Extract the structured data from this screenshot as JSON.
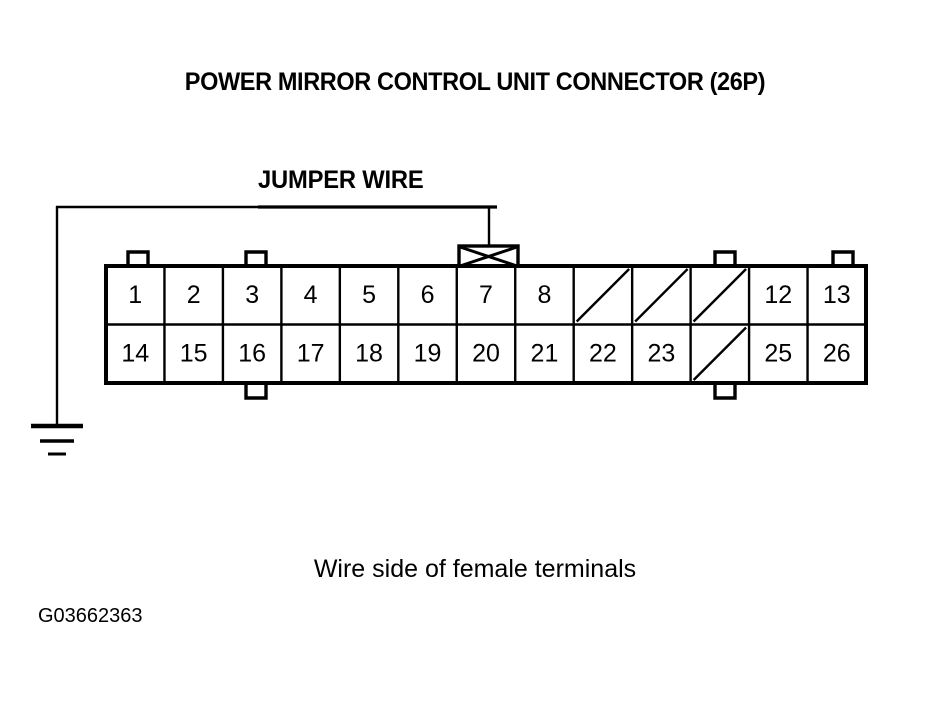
{
  "title": "POWER MIRROR CONTROL UNIT CONNECTOR (26P)",
  "jumper_label": "JUMPER WIRE",
  "caption": "Wire side of female terminals",
  "figure_id": "G03662363",
  "colors": {
    "ink": "#000000",
    "background": "#ffffff"
  },
  "connector": {
    "type": "26P",
    "columns": 13,
    "rows": 2,
    "rows_data": [
      {
        "name": "top-row",
        "cells": [
          {
            "label": "1",
            "blank": false
          },
          {
            "label": "2",
            "blank": false
          },
          {
            "label": "3",
            "blank": false
          },
          {
            "label": "4",
            "blank": false
          },
          {
            "label": "5",
            "blank": false
          },
          {
            "label": "6",
            "blank": false
          },
          {
            "label": "7",
            "blank": false
          },
          {
            "label": "8",
            "blank": false
          },
          {
            "label": "",
            "blank": true
          },
          {
            "label": "",
            "blank": true
          },
          {
            "label": "",
            "blank": true
          },
          {
            "label": "12",
            "blank": false
          },
          {
            "label": "13",
            "blank": false
          }
        ]
      },
      {
        "name": "bottom-row",
        "cells": [
          {
            "label": "14",
            "blank": false
          },
          {
            "label": "15",
            "blank": false
          },
          {
            "label": "16",
            "blank": false
          },
          {
            "label": "17",
            "blank": false
          },
          {
            "label": "18",
            "blank": false
          },
          {
            "label": "19",
            "blank": false
          },
          {
            "label": "20",
            "blank": false
          },
          {
            "label": "21",
            "blank": false
          },
          {
            "label": "22",
            "blank": false
          },
          {
            "label": "23",
            "blank": false
          },
          {
            "label": "",
            "blank": true
          },
          {
            "label": "25",
            "blank": false
          },
          {
            "label": "26",
            "blank": false
          }
        ]
      }
    ],
    "tabs_top": [
      2,
      4,
      11,
      13
    ],
    "tabs_bottom": [
      3,
      11
    ]
  },
  "jumper_wire": {
    "attached_pin": "7",
    "symbol": "bowtie-connector",
    "terminates_at": "chassis-ground",
    "ground_symbol": "earth-ground"
  }
}
